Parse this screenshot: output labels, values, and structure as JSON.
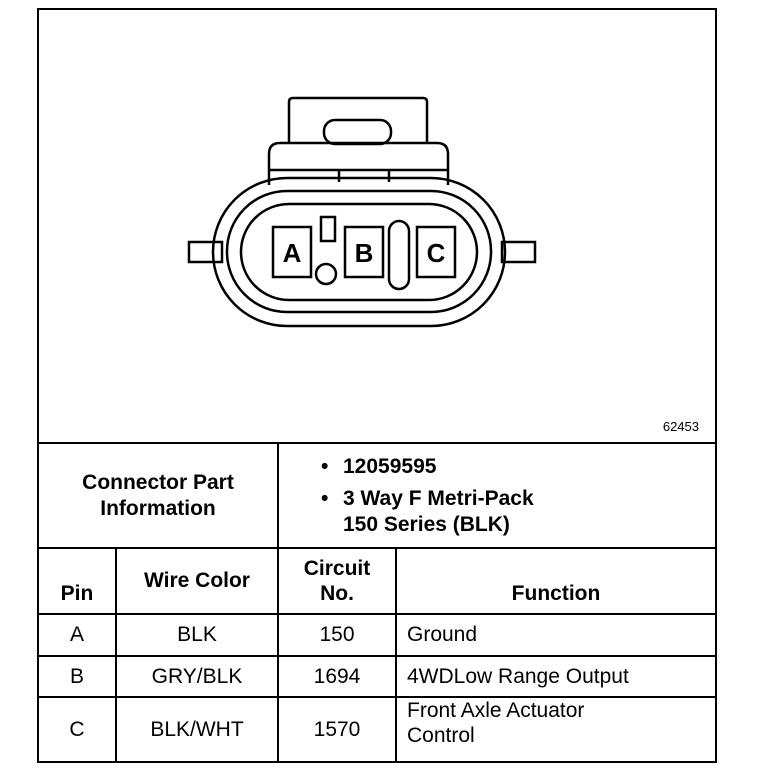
{
  "diagram": {
    "pin_labels": [
      "A",
      "B",
      "C"
    ],
    "figure_id": "62453"
  },
  "connector": {
    "heading_line1": "Connector Part",
    "heading_line2": "Information",
    "part_number": "12059595",
    "description_line1": "3 Way F Metri-Pack",
    "description_line2": "150 Series (BLK)",
    "bullet": "•"
  },
  "table": {
    "headers": {
      "pin": "Pin",
      "wire_color": "Wire Color",
      "circuit_line1": "Circuit",
      "circuit_line2": "No.",
      "function": "Function"
    },
    "rows": [
      {
        "pin": "A",
        "wire_color": "BLK",
        "circuit": "150",
        "function_line1": "Ground",
        "function_line2": ""
      },
      {
        "pin": "B",
        "wire_color": "GRY/BLK",
        "circuit": "1694",
        "function_line1": "4WDLow Range Output",
        "function_line2": ""
      },
      {
        "pin": "C",
        "wire_color": "BLK/WHT",
        "circuit": "1570",
        "function_line1": "Front Axle Actuator",
        "function_line2": "Control"
      }
    ]
  }
}
